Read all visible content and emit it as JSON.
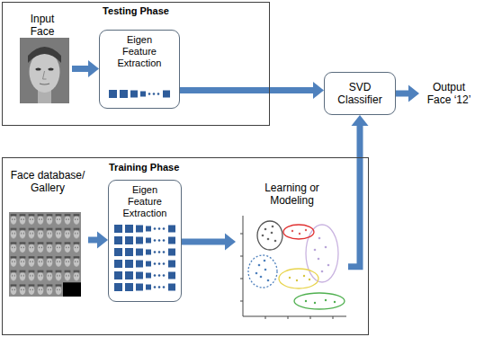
{
  "diagram": {
    "nodes": [
      {
        "text": [
          "Testing Phase"
        ]
      },
      {
        "text": [
          "Input Face"
        ],
        "in": 0
      },
      {
        "text": [
          "Eigen Feature Extraction"
        ],
        "in": 0
      },
      {
        "text": [
          "SVD Classifier"
        ]
      },
      {
        "text": [
          "Output Face ‘12’"
        ]
      },
      {
        "text": [
          "Training Phase"
        ]
      },
      {
        "text": [
          "Face database/ Gallery"
        ],
        "in": 5
      },
      {
        "text": [
          "Eigen Feature Extraction"
        ],
        "in": 5
      },
      {
        "text": [
          "Learning or Modeling"
        ],
        "in": 5
      }
    ],
    "edges": [
      {
        "from": 1,
        "to": 2,
        "arrow": "to"
      },
      {
        "from": 2,
        "to": 3,
        "arrow": "to"
      },
      {
        "from": 3,
        "to": 4,
        "arrow": "to"
      },
      {
        "from": 6,
        "to": 7,
        "arrow": "to"
      },
      {
        "from": 7,
        "to": 8,
        "arrow": "to"
      },
      {
        "from": 8,
        "to": 3,
        "arrow": "to"
      }
    ]
  }
}
